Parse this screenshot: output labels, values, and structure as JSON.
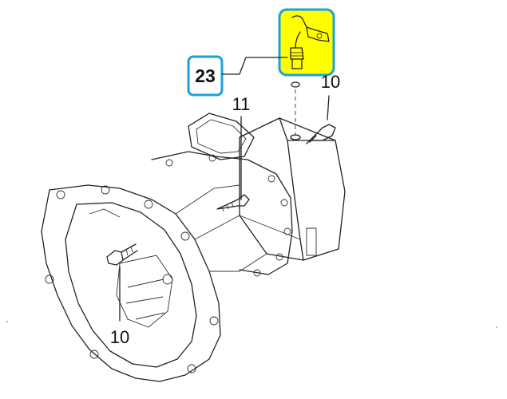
{
  "callouts": {
    "c23": "23",
    "c10_top": "10",
    "c11": "11",
    "c10_bottom": "10"
  },
  "colors": {
    "highlight_fill": "#ffff00",
    "highlight_border": "#1aa0dc",
    "callout_box_border": "#1aa0dc",
    "line": "#222222"
  },
  "icons": {
    "sensor": "oxygen-sensor-icon"
  }
}
